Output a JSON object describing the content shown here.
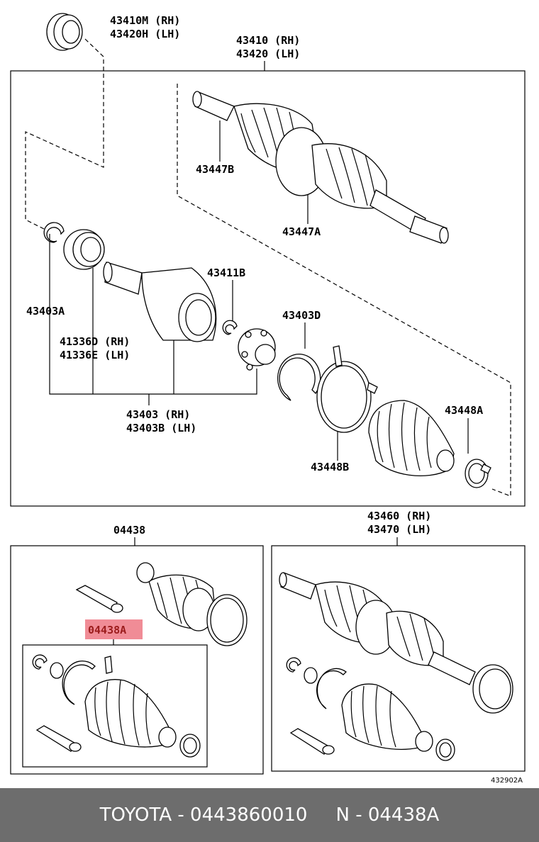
{
  "labels": {
    "p43410m": "43410M (RH)",
    "p43420h": "43420H (LH)",
    "p43410": "43410 (RH)",
    "p43420": "43420 (LH)",
    "p43447b": "43447B",
    "p43447a": "43447A",
    "p43411b": "43411B",
    "p43403a": "43403A",
    "p41336d": "41336D (RH)",
    "p41336e": "41336E (LH)",
    "p43403d": "43403D",
    "p43448a": "43448A",
    "p43403": "43403 (RH)",
    "p43403b": "43403B (LH)",
    "p43448b": "43448B",
    "p04438": "04438",
    "p04438a": "04438A",
    "p43460": "43460 (RH)",
    "p43470": "43470 (LH)",
    "ref": "432902A"
  },
  "highlight_color": "#f08c96",
  "footer": {
    "part": "TOYOTA - 0443860010",
    "code": "N - 04438A"
  }
}
